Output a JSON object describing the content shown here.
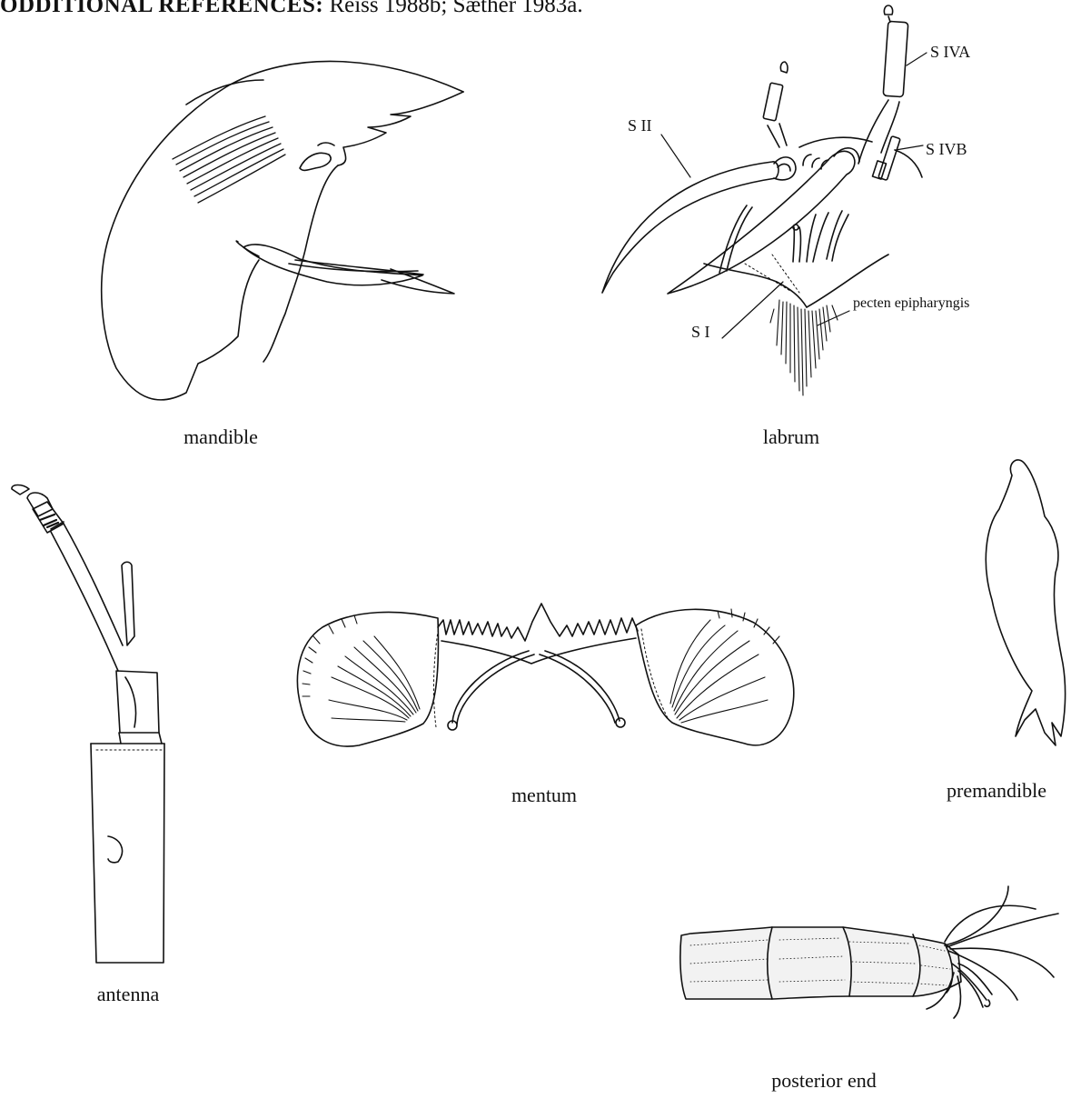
{
  "header": {
    "heading": "ODDITIONAL REFERENCES:",
    "refs": " Reiss 1988b; Sæther 1983a."
  },
  "figures": {
    "mandible": "mandible",
    "labrum": "labrum",
    "antenna": "antenna",
    "mentum": "mentum",
    "premandible": "premandible",
    "posterior": "posterior end"
  },
  "labels": {
    "s4a": "S  IVA",
    "s2": "S  II",
    "s4b": "S  IVB",
    "pecten": "pecten epipharyngis",
    "s1": "S  I"
  },
  "colors": {
    "ink": "#111111",
    "background": "#ffffff"
  }
}
